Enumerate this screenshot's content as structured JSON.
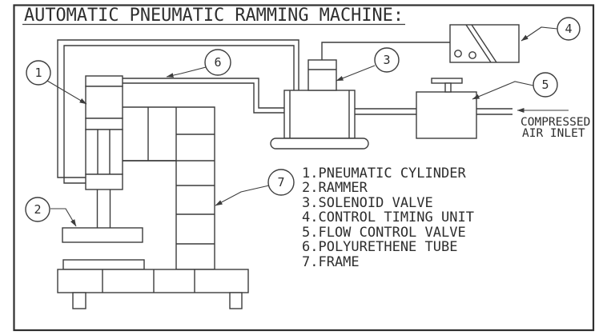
{
  "drawing": {
    "title": "AUTOMATIC PNEUMATIC RAMMING MACHINE:",
    "colors": {
      "line": "#3c3c3c",
      "text": "#2e2e2e",
      "background": "#ffffff"
    }
  },
  "callouts": [
    {
      "number": "1",
      "part": "pneumatic-cylinder"
    },
    {
      "number": "2",
      "part": "rammer"
    },
    {
      "number": "3",
      "part": "solenoid-valve"
    },
    {
      "number": "4",
      "part": "control-timing-unit"
    },
    {
      "number": "5",
      "part": "flow-control-valve"
    },
    {
      "number": "6",
      "part": "polyurethene-tube"
    },
    {
      "number": "7",
      "part": "frame"
    }
  ],
  "legend": {
    "items": [
      "1.PNEUMATIC CYLINDER",
      "2.RAMMER",
      "3.SOLENOID VALVE",
      "4.CONTROL TIMING UNIT",
      "5.FLOW CONTROL VALVE",
      "6.POLYURETHENE TUBE",
      "7.FRAME"
    ]
  },
  "annotations": {
    "air_inlet_line1": "COMPRESSED",
    "air_inlet_line2": "AIR INLET"
  }
}
